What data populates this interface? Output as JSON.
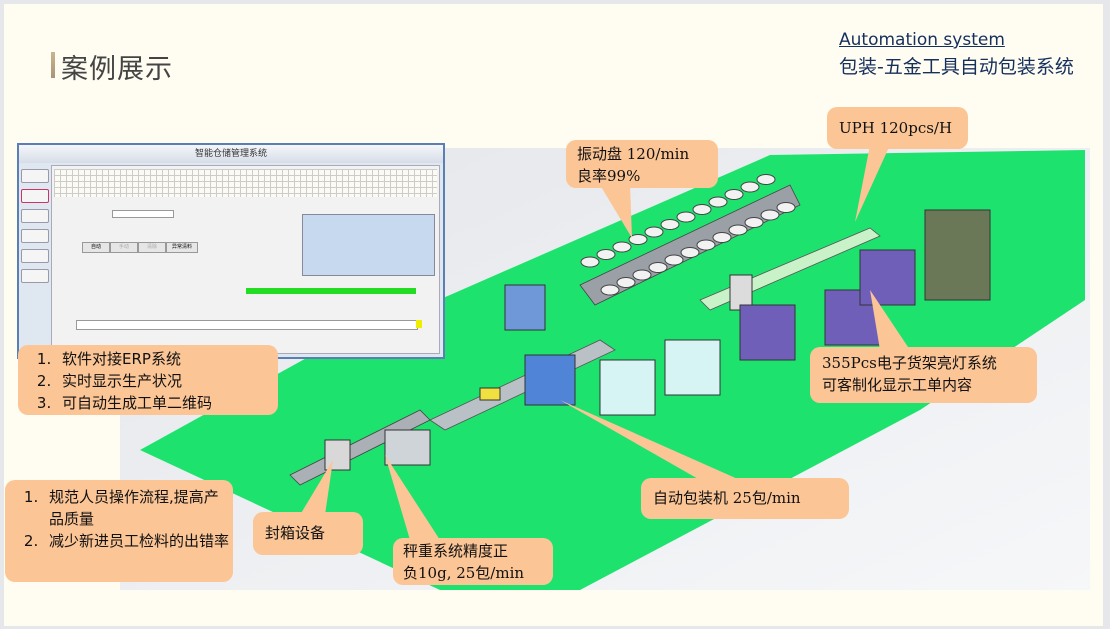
{
  "header": {
    "title": "案例展示",
    "subtitle_en": "Automation system",
    "subtitle_cn": "包装-五金工具自动包装系统"
  },
  "software": {
    "window_title": "智能仓储管理系统",
    "buttons": [
      "自动",
      "手动",
      "清除",
      "异常清料"
    ]
  },
  "callouts": {
    "software": [
      "软件对接ERP系统",
      "实时显示生产状况",
      "可自动生成工单二维码"
    ],
    "process": [
      "规范人员操作流程,提高产品质量",
      "减少新进员工检料的出错率"
    ],
    "sealing": "封箱设备",
    "weighing": [
      "秤重系统精度正",
      "负10g, 25包/min"
    ],
    "packing": "自动包装机 25包/min",
    "shelf": [
      "355Pcs电子货架亮灯系统",
      "可客制化显示工单内容"
    ],
    "vibration": [
      "振动盘 120/min",
      "良率99%"
    ],
    "uph": "UPH 120pcs/H"
  },
  "colors": {
    "callout": "#fbc596",
    "floor": "#1ee26e",
    "title": "#16305e"
  }
}
